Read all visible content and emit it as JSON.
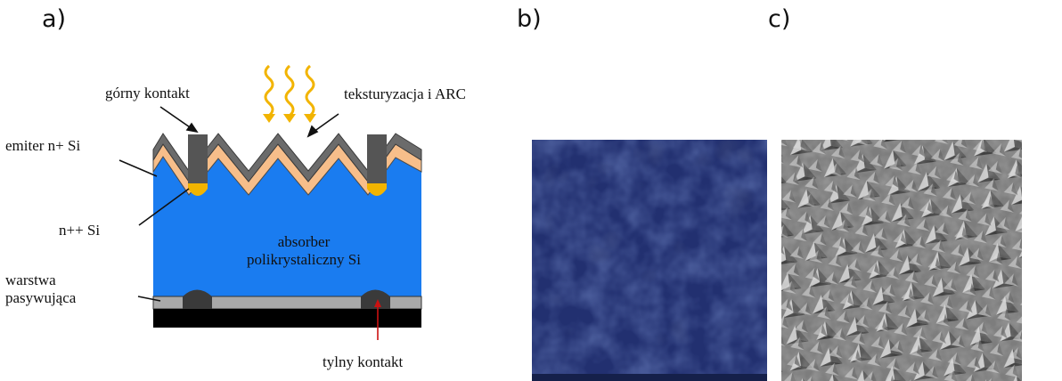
{
  "panels": {
    "a": "a)",
    "b": "b)",
    "c": "c)"
  },
  "labels": {
    "top_contact": "górny kontakt",
    "texturing_arc": "teksturyzacja i ARC",
    "emitter": "emiter n+ Si",
    "n_plus_plus": "n++ Si",
    "absorber_line1": "absorber",
    "absorber_line2": "polikrystaliczny Si",
    "passivation_line1": "warstwa",
    "passivation_line2": "pasywująca",
    "back_contact": "tylny kontakt"
  },
  "colors": {
    "absorber": "#1a7cf0",
    "emitter": "#f7be8a",
    "arc_layer": "#6b6b6b",
    "contact": "#555555",
    "n_plus_plus": "#f2b400",
    "passivation": "#a9a9a9",
    "back_metal": "#000000",
    "light": "#f2b400",
    "back_arrow": "#cc1111",
    "photo_polysilicon": "#233068",
    "photo_sem": "#8a8a8a"
  },
  "icons": [
    "sunlight-wave-icon"
  ]
}
